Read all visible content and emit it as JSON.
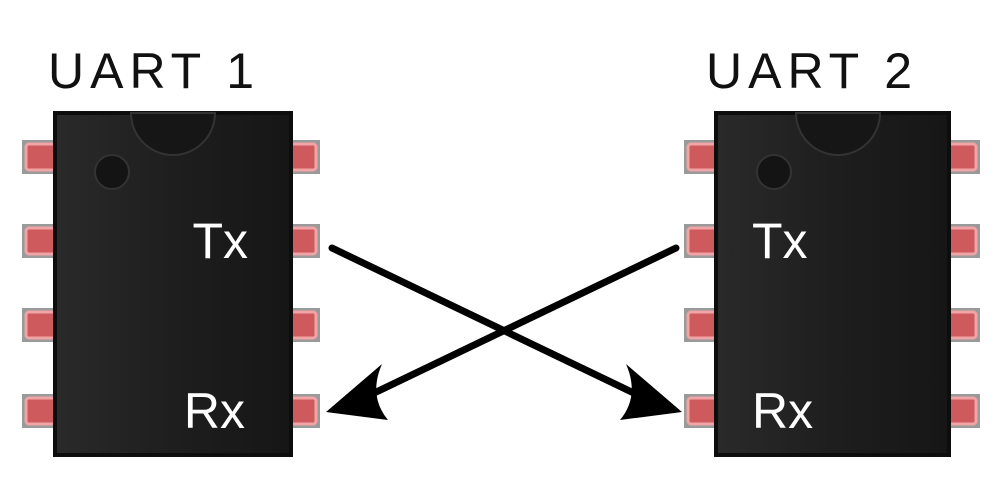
{
  "chips": [
    {
      "title": "UART 1",
      "tx_label": "Tx",
      "rx_label": "Rx"
    },
    {
      "title": "UART 2",
      "tx_label": "Tx",
      "rx_label": "Rx"
    }
  ],
  "colors": {
    "chip_body": "#1f1f1f",
    "chip_edge": "#0d0d0d",
    "pin_fill": "#cf5a5e",
    "pin_glow": "#f0a4a6",
    "arrow": "#000000",
    "text_dark": "#111111",
    "text_light": "#ffffff"
  }
}
